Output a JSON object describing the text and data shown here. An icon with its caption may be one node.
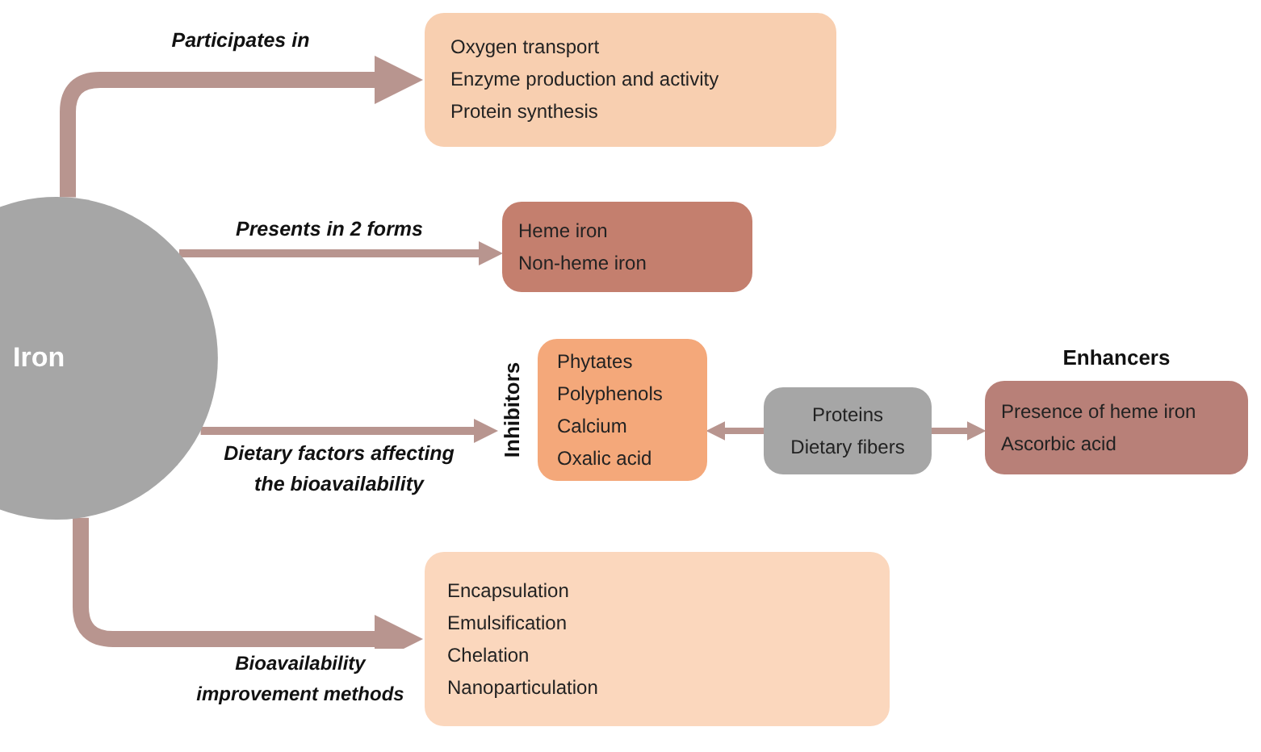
{
  "diagram": {
    "nodes": [
      {
        "text": [
          "Iron"
        ]
      },
      {
        "text": [
          "Oxygen transport",
          "Enzyme production and activity",
          "Protein synthesis"
        ]
      },
      {
        "text": [
          "Heme iron",
          "Non-heme iron"
        ]
      },
      {
        "text": [
          "Phytates",
          "Polyphenols",
          "Calcium",
          "Oxalic acid"
        ],
        "beside": [
          "Inhibitors"
        ]
      },
      {
        "text": [
          "Proteins",
          "Dietary fibers"
        ]
      },
      {
        "text": [
          "Enhancers",
          "Presence of heme iron",
          "Ascorbic acid"
        ]
      },
      {
        "text": [
          "Encapsulation",
          "Emulsification",
          "Chelation",
          "Nanoparticulation"
        ]
      }
    ],
    "edges": [
      {
        "from": 0,
        "to": 1,
        "arrow": "to",
        "label": "Participates in",
        "style": "thick"
      },
      {
        "from": 0,
        "to": 2,
        "arrow": "to",
        "label": "Presents in 2 forms"
      },
      {
        "from": 0,
        "to": 3,
        "arrow": "to",
        "label": "Dietary factors affecting the bioavailability"
      },
      {
        "from": 4,
        "to": 3,
        "arrow": "to"
      },
      {
        "from": 4,
        "to": 5,
        "arrow": "to"
      },
      {
        "from": 0,
        "to": 6,
        "arrow": "to",
        "label": "Bioavailability improvement methods",
        "style": "thick"
      }
    ]
  }
}
